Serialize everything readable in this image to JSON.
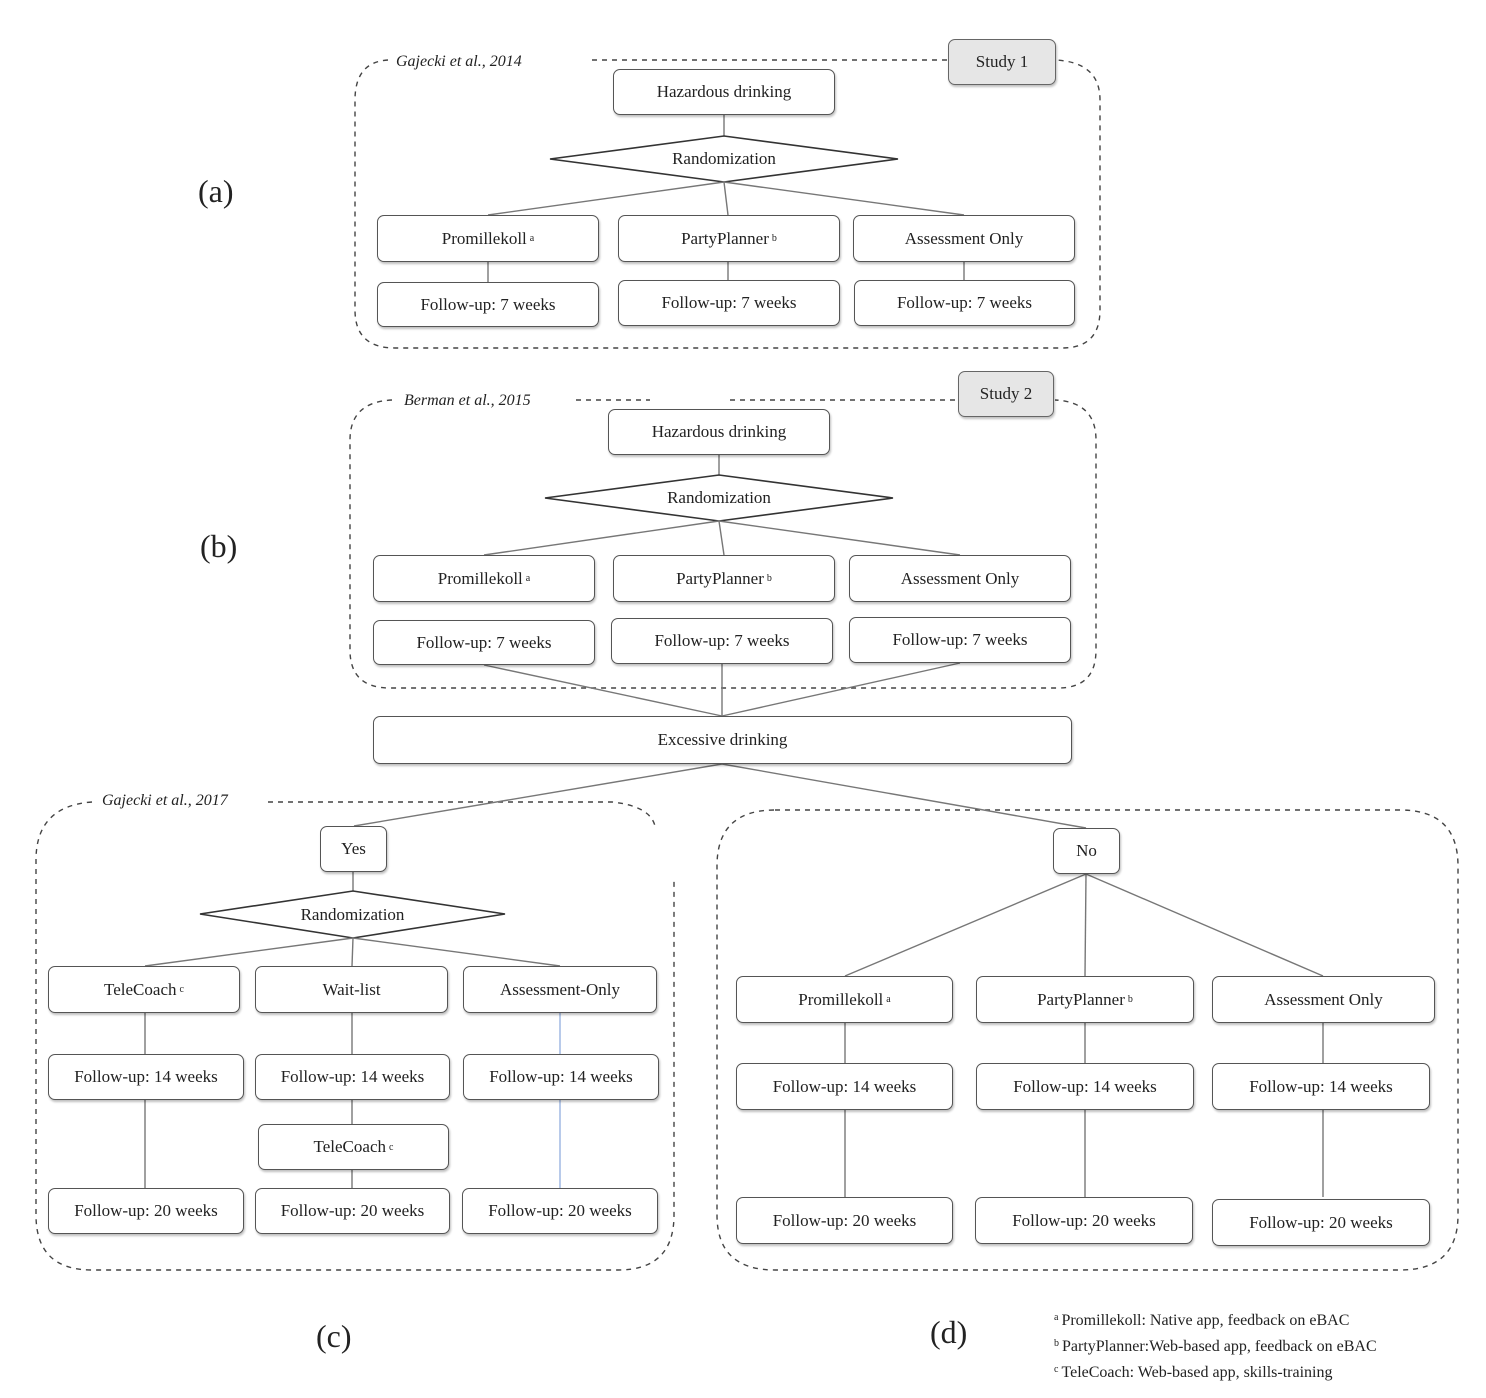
{
  "panel_labels": {
    "a": "(a)",
    "b": "(b)",
    "c": "(c)",
    "d": "(d)"
  },
  "study1": {
    "citation": "Gajecki et al., 2014",
    "tag": "Study 1",
    "start": "Hazardous drinking",
    "randomization": "Randomization",
    "arms": [
      {
        "label": "Promillekoll",
        "sup": "a",
        "followup": "Follow-up: 7 weeks"
      },
      {
        "label": "PartyPlanner",
        "sup": "b",
        "followup": "Follow-up: 7 weeks"
      },
      {
        "label": "Assessment Only",
        "sup": "",
        "followup": "Follow-up: 7 weeks"
      }
    ]
  },
  "study2": {
    "citation": "Berman et al., 2015",
    "tag": "Study 2",
    "start": "Hazardous drinking",
    "randomization": "Randomization",
    "arms": [
      {
        "label": "Promillekoll",
        "sup": "a",
        "followup": "Follow-up: 7 weeks"
      },
      {
        "label": "PartyPlanner",
        "sup": "b",
        "followup": "Follow-up: 7 weeks"
      },
      {
        "label": "Assessment Only",
        "sup": "",
        "followup": "Follow-up: 7 weeks"
      }
    ]
  },
  "excessive": "Excessive drinking",
  "yes_branch": {
    "citation": "Gajecki et al., 2017",
    "node": "Yes",
    "randomization": "Randomization",
    "arms": [
      {
        "label": "TeleCoach",
        "sup": "c",
        "followup14": "Follow-up: 14 weeks",
        "followup20": "Follow-up: 20 weeks"
      },
      {
        "label": "Wait-list",
        "sup": "",
        "followup14": "Follow-up: 14 weeks",
        "telecoach": "TeleCoach",
        "telecoach_sup": "c",
        "followup20": "Follow-up: 20 weeks"
      },
      {
        "label": "Assessment-Only",
        "sup": "",
        "followup14": "Follow-up: 14 weeks",
        "followup20": "Follow-up: 20 weeks"
      }
    ]
  },
  "no_branch": {
    "node": "No",
    "arms": [
      {
        "label": "Promillekoll",
        "sup": "a",
        "followup14": "Follow-up: 14 weeks",
        "followup20": "Follow-up: 20 weeks"
      },
      {
        "label": "PartyPlanner",
        "sup": "b",
        "followup14": "Follow-up: 14 weeks",
        "followup20": "Follow-up: 20 weeks"
      },
      {
        "label": "Assessment Only",
        "sup": "",
        "followup14": "Follow-up: 14 weeks",
        "followup20": "Follow-up: 20 weeks"
      }
    ]
  },
  "footnotes": [
    {
      "mark": "a",
      "text": "Promillekoll: Native app, feedback on eBAC"
    },
    {
      "mark": "b",
      "text": "PartyPlanner:Web-based app, feedback on eBAC"
    },
    {
      "mark": "c",
      "text": "TeleCoach: Web-based app, skills-training"
    }
  ]
}
